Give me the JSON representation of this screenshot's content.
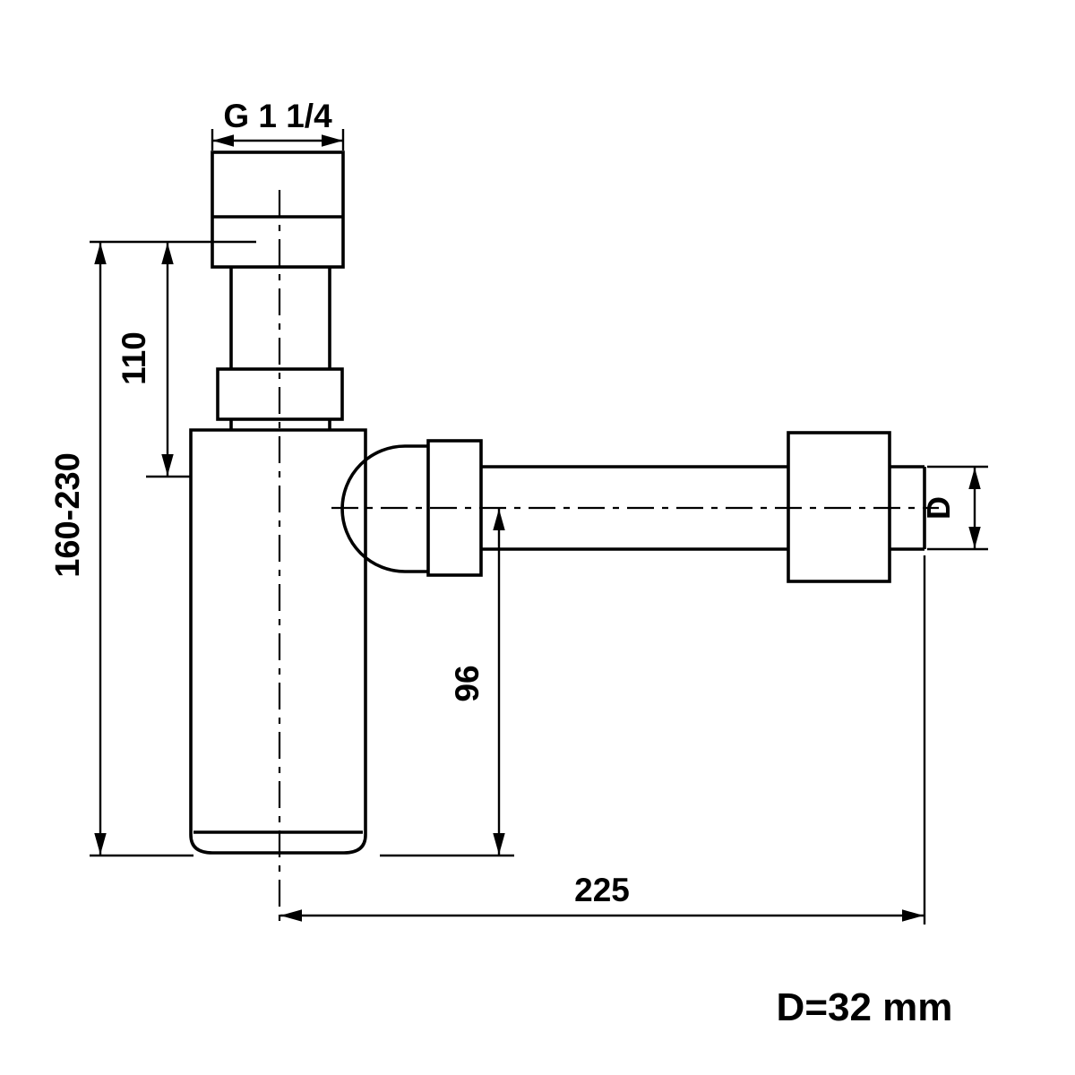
{
  "diagram": {
    "labels": {
      "thread_size": "G 1 1/4",
      "overall_height": "160-230",
      "tailpiece_height": "110",
      "outlet_to_bottom": "96",
      "outlet_length": "225",
      "diameter_letter": "D",
      "diameter_note": "D=32 mm"
    },
    "colors": {
      "line": "#000000",
      "background": "#ffffff"
    }
  }
}
